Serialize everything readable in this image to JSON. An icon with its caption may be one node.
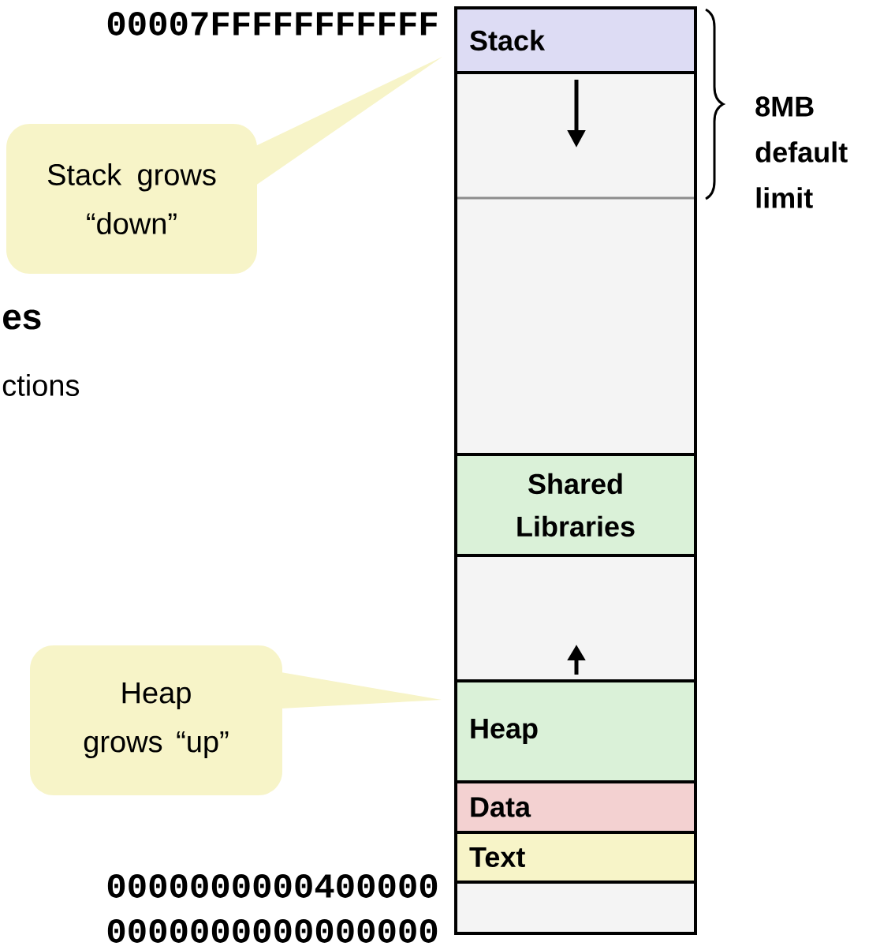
{
  "diagram": {
    "nodes": [
      {
        "text": [
          "Stack"
        ]
      },
      {
        "text": [],
        "shape": "box"
      },
      {
        "text": [
          "Shared Libraries"
        ]
      },
      {
        "text": [],
        "shape": "box"
      },
      {
        "text": [
          "Heap"
        ]
      },
      {
        "text": [
          "Data"
        ]
      },
      {
        "text": [
          "Text"
        ]
      },
      {
        "text": [],
        "shape": "box"
      },
      {
        "text": [
          "Stack grows “down”"
        ]
      },
      {
        "text": [
          "Heap grows “up”"
        ]
      }
    ],
    "edges": [
      {
        "from": 8,
        "to": 0,
        "arrow": "none"
      },
      {
        "from": 9,
        "to": 4,
        "arrow": "none"
      }
    ],
    "labels": [
      "00007FFFFFFFFFFF",
      "8MB default limit",
      "es",
      "ctions",
      "0000000000400000",
      "0000000000000000"
    ]
  }
}
